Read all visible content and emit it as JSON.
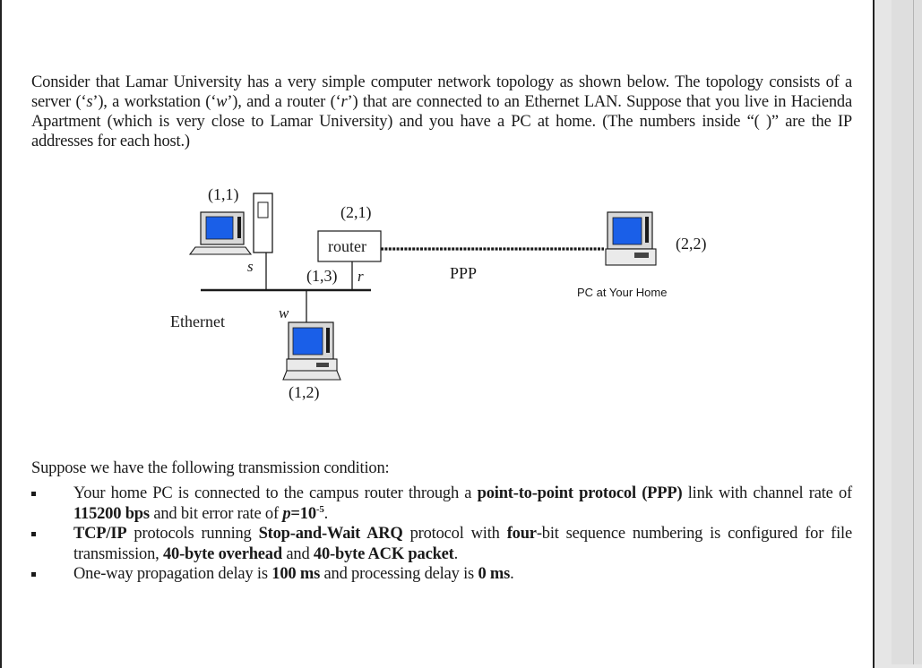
{
  "intro": {
    "t1": "Consider that Lamar University has a very simple computer network topology as shown below. The topology consists of a server (‘",
    "s": "s",
    "t2": "’), a workstation (‘",
    "w": "w",
    "t3": "’), and a router (‘",
    "r": "r",
    "t4": "’) that are connected to an Ethernet LAN. Suppose that you live in Hacienda Apartment (which is very close to Lamar University) and you have a PC at home. (The numbers inside “( )” are the IP addresses for each host.)"
  },
  "diagram": {
    "server_addr": "(1,1)",
    "router_top_addr": "(2,1)",
    "router_label": "router",
    "router_lan_addr": "(1,3)",
    "router_tag": "r",
    "server_tag": "s",
    "workstation_tag": "w",
    "workstation_addr": "(1,2)",
    "ethernet_label": "Ethernet",
    "link_label": "PPP",
    "home_addr": "(2,2)",
    "home_label": "PC at Your Home",
    "colors": {
      "screen": "#1a5fe8",
      "line": "#1a1a1a"
    }
  },
  "conditions_intro": "Suppose we have the following transmission condition:",
  "conditions": [
    {
      "a": "Your home PC is connected to the campus router through a ",
      "b1": "point-to-point protocol (PPP)",
      "c": " link with channel rate of ",
      "b2": "115200 bps",
      "d": " and bit error rate of ",
      "p": "p",
      "eq": "=10",
      "exp": "-5",
      "e": "."
    },
    {
      "b1": "TCP/IP",
      "a": " protocols running ",
      "b2": "Stop-and-Wait ARQ",
      "c": " protocol with ",
      "b3": "four",
      "d": "-bit sequence numbering is configured for file transmission, ",
      "b4": "40-byte overhead",
      "e": " and ",
      "b5": "40-byte ACK packet",
      "f": "."
    },
    {
      "a": "One-way propagation delay is ",
      "b1": "100 ms",
      "c": " and processing delay is ",
      "b2": "0 ms",
      "d": "."
    }
  ]
}
